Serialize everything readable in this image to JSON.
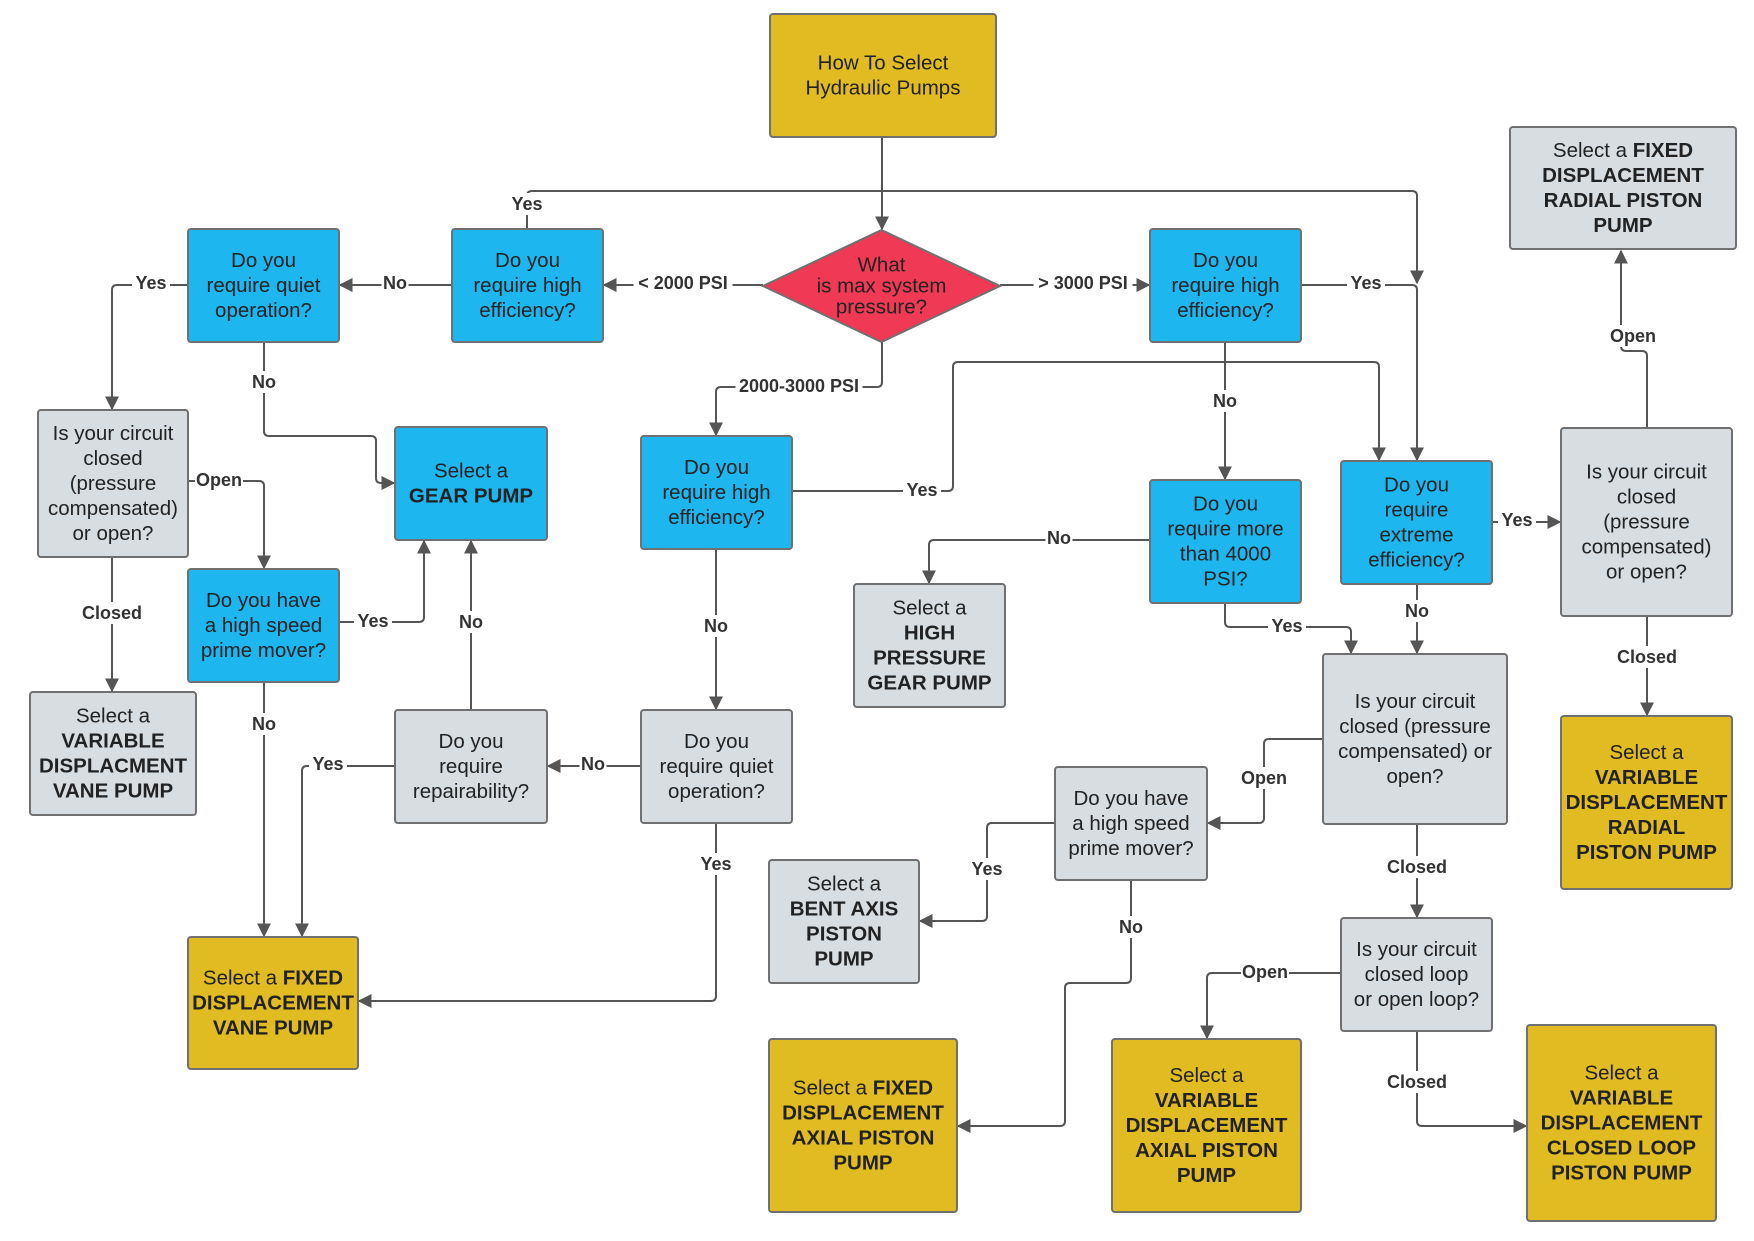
{
  "colors": {
    "start": "#e0bc22",
    "decision": "#f03a55",
    "question_blue": "#1db6ef",
    "question_gray": "#d8dde1",
    "result_gold": "#e0bc22",
    "result_gray": "#d8dde1",
    "border": "#707070",
    "edge": "#555555"
  },
  "nodes": {
    "start": {
      "lines": [
        [
          "How To Select"
        ],
        [
          "Hydraulic Pumps"
        ]
      ]
    },
    "max_pressure": {
      "lines": [
        [
          "What"
        ],
        [
          "is max system"
        ],
        [
          "pressure?"
        ]
      ]
    },
    "q_eff_low": {
      "lines": [
        [
          "Do you"
        ],
        [
          "require high"
        ],
        [
          "efficiency?"
        ]
      ]
    },
    "q_quiet_low": {
      "lines": [
        [
          "Do you"
        ],
        [
          "require quiet"
        ],
        [
          "operation?"
        ]
      ]
    },
    "q_circuit_left": {
      "lines": [
        [
          "Is your circuit"
        ],
        [
          "closed"
        ],
        [
          "(pressure"
        ],
        [
          "compensated)"
        ],
        [
          "or open?"
        ]
      ]
    },
    "r_var_vane": {
      "lines": [
        [
          "Select a"
        ],
        [
          "",
          "VARIABLE"
        ],
        [
          "",
          "DISPLACMENT"
        ],
        [
          "",
          "VANE PUMP"
        ]
      ]
    },
    "q_speed_left": {
      "lines": [
        [
          "Do you have"
        ],
        [
          "a high speed"
        ],
        [
          "prime mover?"
        ]
      ]
    },
    "r_gear": {
      "lines": [
        [
          "Select a"
        ],
        [
          "",
          "GEAR PUMP"
        ]
      ]
    },
    "q_eff_mid": {
      "lines": [
        [
          "Do you"
        ],
        [
          "require high"
        ],
        [
          "efficiency?"
        ]
      ]
    },
    "q_repair": {
      "lines": [
        [
          "Do you"
        ],
        [
          "require"
        ],
        [
          "repairability?"
        ]
      ]
    },
    "q_quiet_mid": {
      "lines": [
        [
          "Do you"
        ],
        [
          "require quiet"
        ],
        [
          "operation?"
        ]
      ]
    },
    "r_fixed_vane": {
      "lines": [
        [
          "Select a ",
          "FIXED"
        ],
        [
          "",
          "DISPLACEMENT"
        ],
        [
          "",
          "VANE PUMP"
        ]
      ]
    },
    "q_eff_high": {
      "lines": [
        [
          "Do you"
        ],
        [
          "require high"
        ],
        [
          "efficiency?"
        ]
      ]
    },
    "q_4000": {
      "lines": [
        [
          "Do you"
        ],
        [
          "require more"
        ],
        [
          "than 4000"
        ],
        [
          "PSI?"
        ]
      ]
    },
    "r_hp_gear": {
      "lines": [
        [
          "Select a"
        ],
        [
          "",
          "HIGH"
        ],
        [
          "",
          "PRESSURE"
        ],
        [
          "",
          "GEAR PUMP"
        ]
      ]
    },
    "q_extreme": {
      "lines": [
        [
          "Do you"
        ],
        [
          "require"
        ],
        [
          "extreme"
        ],
        [
          "efficiency?"
        ]
      ]
    },
    "q_circuit_right": {
      "lines": [
        [
          "Is your circuit"
        ],
        [
          "closed"
        ],
        [
          "(pressure"
        ],
        [
          "compensated)"
        ],
        [
          "or open?"
        ]
      ]
    },
    "r_fixed_radial": {
      "lines": [
        [
          "Select a ",
          "FIXED"
        ],
        [
          "",
          "DISPLACEMENT"
        ],
        [
          "",
          "RADIAL PISTON"
        ],
        [
          "",
          "PUMP"
        ]
      ]
    },
    "r_var_radial": {
      "lines": [
        [
          "Select a"
        ],
        [
          "",
          "VARIABLE"
        ],
        [
          "",
          "DISPLACEMENT"
        ],
        [
          "",
          "RADIAL"
        ],
        [
          "",
          "PISTON PUMP"
        ]
      ]
    },
    "q_circuit_mid": {
      "lines": [
        [
          "Is your circuit"
        ],
        [
          "closed (pressure"
        ],
        [
          "compensated) or"
        ],
        [
          "open?"
        ]
      ]
    },
    "q_speed_right": {
      "lines": [
        [
          "Do  you have"
        ],
        [
          "a high speed"
        ],
        [
          "prime mover?"
        ]
      ]
    },
    "r_bent_axis": {
      "lines": [
        [
          "Select a"
        ],
        [
          "",
          "BENT AXIS"
        ],
        [
          "",
          "PISTON"
        ],
        [
          "",
          "PUMP"
        ]
      ]
    },
    "q_loop": {
      "lines": [
        [
          "Is your circuit"
        ],
        [
          "closed loop"
        ],
        [
          "or open loop?"
        ]
      ]
    },
    "r_fixed_axial": {
      "lines": [
        [
          "Select a ",
          "FIXED"
        ],
        [
          "",
          "DISPLACEMENT"
        ],
        [
          "",
          "AXIAL PISTON"
        ],
        [
          "",
          "PUMP"
        ]
      ]
    },
    "r_var_axial": {
      "lines": [
        [
          "Select a"
        ],
        [
          "",
          "VARIABLE"
        ],
        [
          "",
          "DISPLACEMENT"
        ],
        [
          "",
          "AXIAL PISTON"
        ],
        [
          "",
          "PUMP"
        ]
      ]
    },
    "r_var_closed_loop": {
      "lines": [
        [
          "Select a"
        ],
        [
          "",
          "VARIABLE"
        ],
        [
          "",
          "DISPLACEMENT"
        ],
        [
          "",
          "CLOSED LOOP"
        ],
        [
          "",
          "PISTON PUMP"
        ]
      ]
    }
  },
  "edges": {
    "e_start_pressure": {
      "label": ""
    },
    "e_low": {
      "label": "< 2000 PSI"
    },
    "e_high": {
      "label": "> 3000 PSI"
    },
    "e_mid": {
      "label": "2000-3000 PSI"
    },
    "e_efflow_no": {
      "label": "No"
    },
    "e_efflow_yes": {
      "label": "Yes"
    },
    "e_quietlow_yes": {
      "label": "Yes"
    },
    "e_quietlow_no": {
      "label": "No"
    },
    "e_circleft_open": {
      "label": "Open"
    },
    "e_circleft_closed": {
      "label": "Closed"
    },
    "e_speedleft_yes": {
      "label": "Yes"
    },
    "e_speedleft_no": {
      "label": "No"
    },
    "e_repair_no": {
      "label": "No"
    },
    "e_repair_yes": {
      "label": "Yes"
    },
    "e_quietmid_no": {
      "label": "No"
    },
    "e_quietmid_yes": {
      "label": "Yes"
    },
    "e_effmid_no": {
      "label": "No"
    },
    "e_effmid_yes": {
      "label": "Yes"
    },
    "e_effhigh_yes": {
      "label": "Yes"
    },
    "e_effhigh_no": {
      "label": "No"
    },
    "e_4000_no": {
      "label": "No"
    },
    "e_4000_yes": {
      "label": "Yes"
    },
    "e_extreme_yes": {
      "label": "Yes"
    },
    "e_extreme_no": {
      "label": "No"
    },
    "e_circright_open": {
      "label": "Open"
    },
    "e_circright_closed": {
      "label": "Closed"
    },
    "e_circmid_open": {
      "label": "Open"
    },
    "e_circmid_closed": {
      "label": "Closed"
    },
    "e_speedright_yes": {
      "label": "Yes"
    },
    "e_speedright_no": {
      "label": "No"
    },
    "e_loop_open": {
      "label": "Open"
    },
    "e_loop_closed": {
      "label": "Closed"
    }
  }
}
